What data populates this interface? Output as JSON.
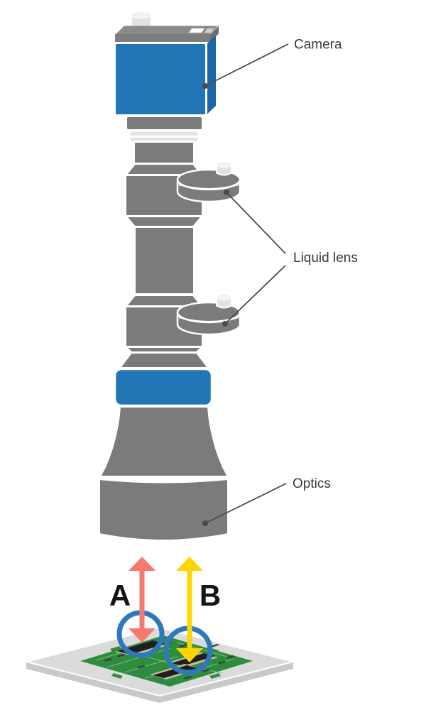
{
  "diagram": {
    "title_none": "",
    "labels": {
      "camera": "Camera",
      "liquid_lens": "Liquid lens",
      "optics": "Optics"
    },
    "markers": {
      "a": "A",
      "b": "B"
    },
    "colors": {
      "camera_blue": "#2176b5",
      "camera_side_blue": "#1b66a6",
      "body_gray": "#7b7b7b",
      "ring_blue": "#2176b5",
      "arrow_a_red": "#f5796c",
      "arrow_b_yellow": "#ffd500",
      "highlight_circle_blue": "#2e79bc",
      "pcb_green": "#2e8c3e",
      "plate_gray": "#dbdbdb",
      "leader_line_gray": "#4a4a4a"
    }
  }
}
